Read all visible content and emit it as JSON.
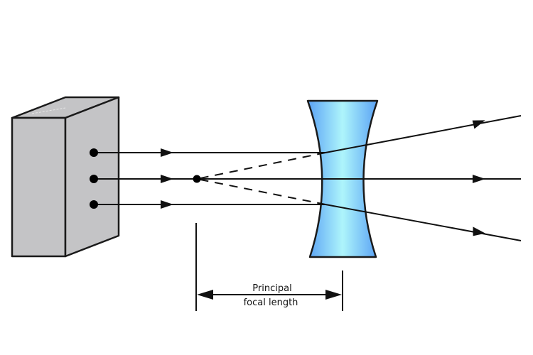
{
  "title": "Diverging lens principal focal length diagram",
  "colors": {
    "box_fill": "#c4c4c6",
    "outline": "#1a1a1a",
    "lens_edge": "#5aa2f5",
    "lens_center": "#aef5fb",
    "ray": "#111111"
  },
  "components": {
    "light_source": "box with three point emitters",
    "lens": "diverging (biconcave) lens",
    "focal_point": "principal focus (virtual)"
  },
  "rays": [
    {
      "name": "upper-ray",
      "description": "parallel ray diverges upward after lens; dashed extension back to focal point"
    },
    {
      "name": "center-ray",
      "description": "axial ray passes straight through"
    },
    {
      "name": "lower-ray",
      "description": "parallel ray diverges downward after lens; dashed extension back to focal point"
    }
  ],
  "annotation": {
    "line1": "Principal",
    "line2": "focal length"
  }
}
